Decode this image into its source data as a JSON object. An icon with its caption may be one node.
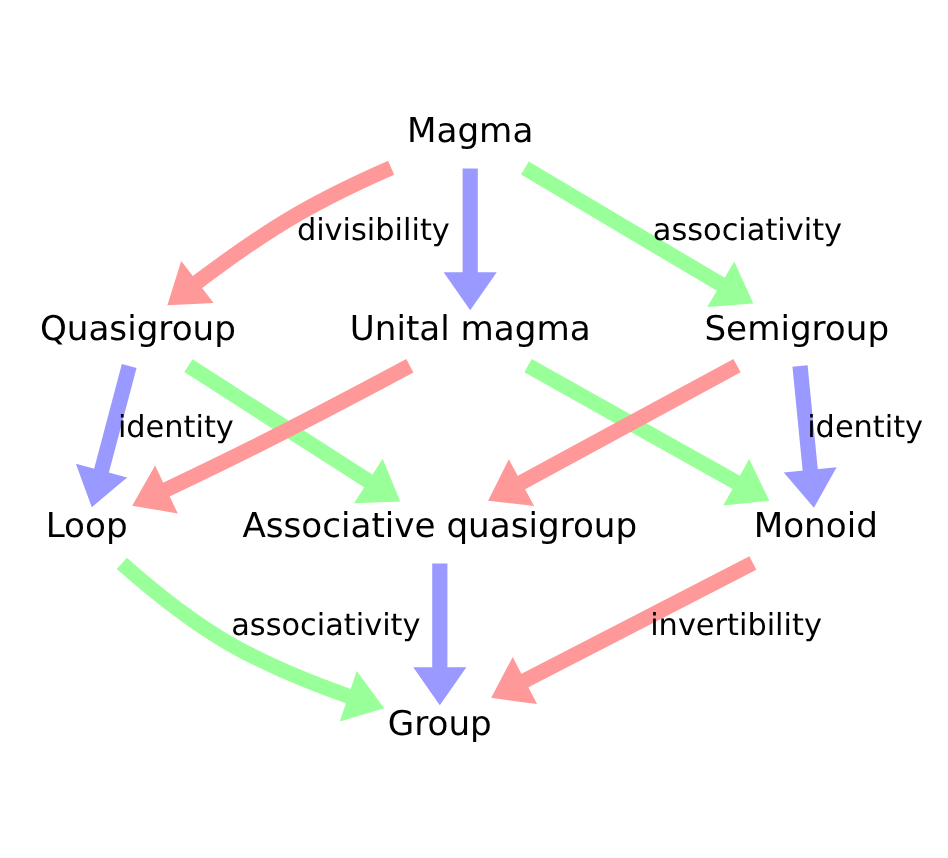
{
  "diagram": {
    "nodes": [
      {
        "text": [
          "Magma"
        ]
      },
      {
        "text": [
          "Quasigroup"
        ]
      },
      {
        "text": [
          "Unital magma"
        ]
      },
      {
        "text": [
          "Semigroup"
        ]
      },
      {
        "text": [
          "Loop"
        ]
      },
      {
        "text": [
          "Associative quasigroup"
        ]
      },
      {
        "text": [
          "Monoid"
        ]
      },
      {
        "text": [
          "Group"
        ]
      }
    ],
    "edges": [
      {
        "from": 0,
        "to": 1,
        "arrow": "to",
        "label": "divisibility",
        "color": "#ff9999"
      },
      {
        "from": 0,
        "to": 2,
        "arrow": "to",
        "color": "#9999ff"
      },
      {
        "from": 0,
        "to": 3,
        "arrow": "to",
        "label": "associativity",
        "color": "#99ff99"
      },
      {
        "from": 1,
        "to": 4,
        "arrow": "to",
        "label": "identity",
        "color": "#9999ff"
      },
      {
        "from": 1,
        "to": 5,
        "arrow": "to",
        "color": "#99ff99"
      },
      {
        "from": 2,
        "to": 4,
        "arrow": "to",
        "color": "#ff9999"
      },
      {
        "from": 2,
        "to": 6,
        "arrow": "to",
        "color": "#99ff99"
      },
      {
        "from": 3,
        "to": 5,
        "arrow": "to",
        "color": "#ff9999"
      },
      {
        "from": 3,
        "to": 6,
        "arrow": "to",
        "label": "identity",
        "color": "#9999ff"
      },
      {
        "from": 4,
        "to": 7,
        "arrow": "to",
        "label": "associativity",
        "color": "#99ff99"
      },
      {
        "from": 5,
        "to": 7,
        "arrow": "to",
        "color": "#9999ff"
      },
      {
        "from": 6,
        "to": 7,
        "arrow": "to",
        "label": "invertibility",
        "color": "#ff9999"
      }
    ]
  }
}
